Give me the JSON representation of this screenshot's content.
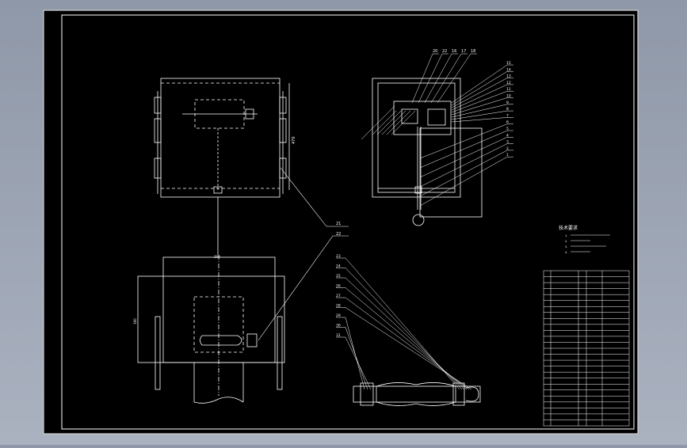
{
  "tech_requirements": {
    "title": "技术要求",
    "lines": [
      "1.",
      "2.",
      "3.",
      "4."
    ]
  },
  "dimensions": {
    "front_height": "470",
    "bottom_width": "290",
    "bottom_side": "160"
  },
  "leaders": {
    "right_view_top": [
      "20",
      "22",
      "16",
      "17",
      "18"
    ],
    "right_view_side": [
      "15",
      "14",
      "13",
      "12",
      "11",
      "10",
      "9",
      "8",
      "7",
      "6",
      "5",
      "4",
      "3",
      "2",
      "1"
    ],
    "front_callouts": [
      "21",
      "22"
    ],
    "detail_callouts": [
      "23",
      "24",
      "25",
      "26",
      "27",
      "28",
      "29",
      "30",
      "31"
    ]
  },
  "bom_rows": 26,
  "colors": {
    "sheet": "#000000",
    "lines": "#ffffff",
    "background": "#9aa3b2"
  }
}
